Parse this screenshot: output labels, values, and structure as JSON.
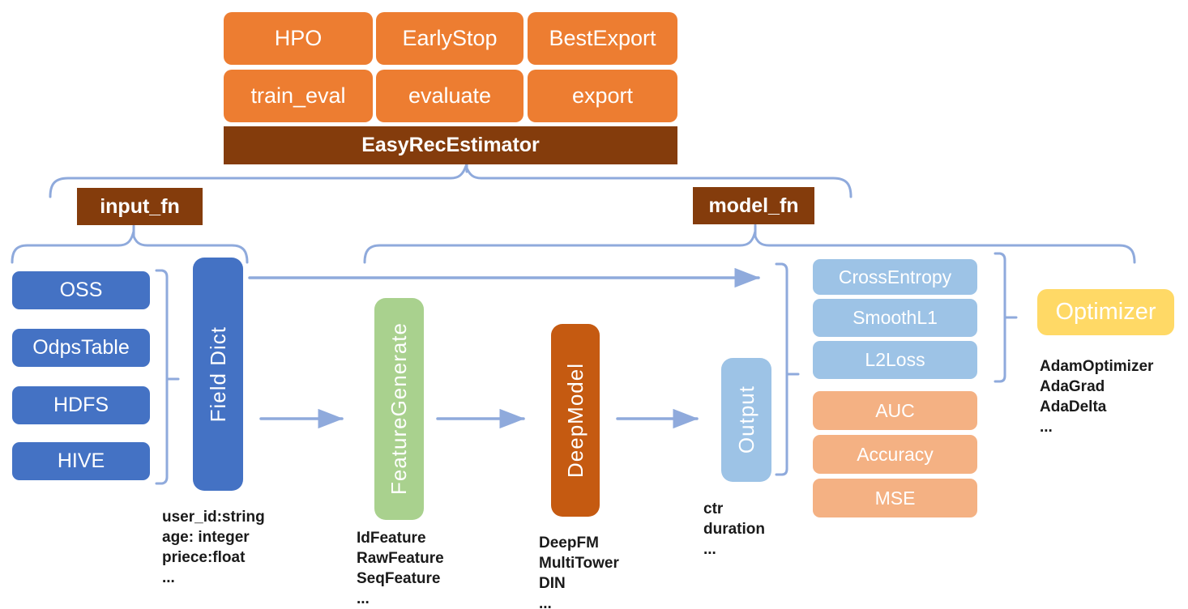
{
  "estimator": {
    "label": "EasyRecEstimator"
  },
  "capabilities": {
    "row1": [
      "HPO",
      "EarlyStop",
      "BestExport"
    ],
    "row2": [
      "train_eval",
      "evaluate",
      "export"
    ]
  },
  "branches": {
    "input_fn": "input_fn",
    "model_fn": "model_fn"
  },
  "sources": [
    "OSS",
    "OdpsTable",
    "HDFS",
    "HIVE"
  ],
  "field_dict": {
    "label": "Field Dict",
    "fields": [
      "user_id:string",
      "age: integer",
      "priece:float",
      "..."
    ]
  },
  "feature_generate": {
    "label": "FeatureGenerate",
    "items": [
      "IdFeature",
      "RawFeature",
      "SeqFeature",
      "..."
    ]
  },
  "deep_model": {
    "label": "DeepModel",
    "items": [
      "DeepFM",
      "MultiTower",
      "DIN",
      "..."
    ]
  },
  "output": {
    "label": "Output",
    "items": [
      "ctr",
      "duration",
      "..."
    ]
  },
  "losses": [
    "CrossEntropy",
    "SmoothL1",
    "L2Loss"
  ],
  "metrics": [
    "AUC",
    "Accuracy",
    "MSE"
  ],
  "optimizer": {
    "label": "Optimizer",
    "items": [
      "AdamOptimizer",
      "AdaGrad",
      "AdaDelta",
      "..."
    ]
  },
  "colors": {
    "accent_orange": "#ED7D31",
    "dark_brown": "#843C0C",
    "deep_model_orange": "#C55A11",
    "primary_blue": "#4472C4",
    "light_blue": "#9DC3E6",
    "salmon": "#F4B183",
    "green": "#A9D18E",
    "yellow": "#FFD966",
    "connector_blue": "#8FAADC",
    "text_black": "#1A1A1A"
  }
}
